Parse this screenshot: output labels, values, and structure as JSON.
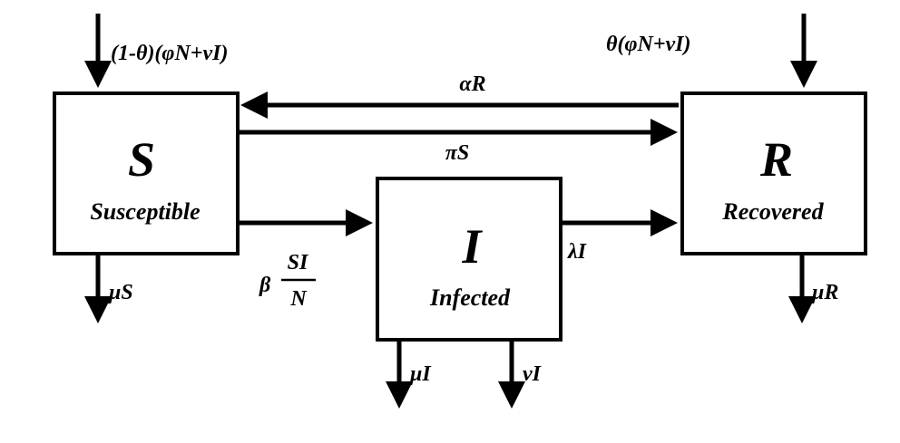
{
  "compartments": {
    "susceptible": {
      "symbol": "S",
      "name": "Susceptible"
    },
    "infected": {
      "symbol": "I",
      "name": "Infected"
    },
    "recovered": {
      "symbol": "R",
      "name": "Recovered"
    }
  },
  "rates": {
    "inflow_s": "(1-θ)(φN+νI)",
    "inflow_r": "θ(φN+νI)",
    "r_to_s": "αR",
    "s_to_r": "πS",
    "infection_coef": "β",
    "infection_numerator": "SI",
    "infection_denominator": "N",
    "i_to_r": "λI",
    "death_s": "μS",
    "death_i": "μI",
    "disease_death_i": "νI",
    "death_r": "μR"
  }
}
